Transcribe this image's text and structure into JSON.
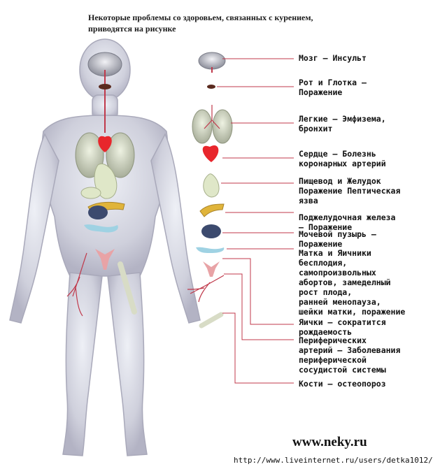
{
  "title": "Некоторые проблемы со здоровьем, связанных с курением, приводятся на рисунке",
  "labels": {
    "brain": "Мозг — Инсульт",
    "mouth": "Рот и Глотка —\nПоражение",
    "lungs": "Легкие — Эмфизема,\nбронхит",
    "heart": "Сердце — Болезнь\nкоронарных артерий",
    "stomach": "Пищевод и Желудок\nПоражение Пептическая\nязва",
    "pancreas": "Поджелудочная железа\n— Поражение",
    "bladder": "Мочевой пузырь —\nПоражение",
    "uterus": "Матка и Яичники\nбесплодия,\nсамопроизвольных\nабортов, замеделный\nрост плода,\nранней менопауза,\nшейки матки, поражение",
    "testes": "Яички — сократится\nрождаемость",
    "arteries": "Периферических\nартерий — Заболевания\nпериферической\nсосудистой системы",
    "bones": "Кости — остеопороз"
  },
  "site": "www.neky.ru",
  "url": "http://www.liveinternet.ru/users/detka1012/",
  "colors": {
    "body": "#c9c9d6",
    "leader": "#c0394b",
    "heart": "#e8262c",
    "organ": "#dfe7c8",
    "pancreas": "#e0b43a",
    "bladder": "#3c4a6e",
    "uterus": "#9fd2e3"
  }
}
